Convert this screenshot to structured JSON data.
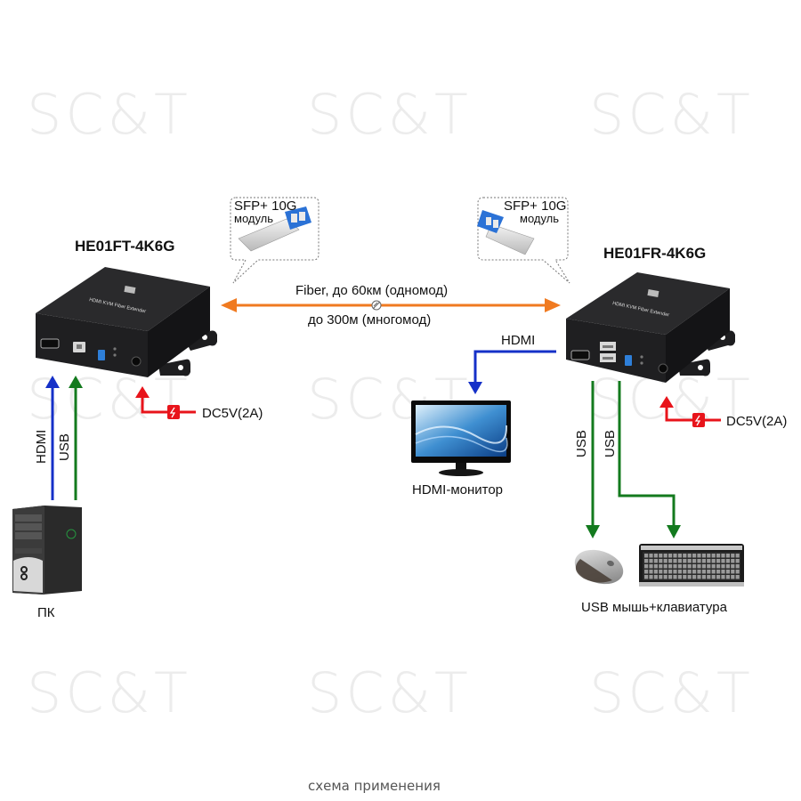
{
  "watermark": "SC&T",
  "transmitter": {
    "model": "HE01FT-4K6G",
    "device_label": "HDMI KVM Fiber Extender"
  },
  "receiver": {
    "model": "HE01FR-4K6G",
    "device_label": "HDMI KVM Fiber Extender"
  },
  "sfp_left": {
    "line1": "SFP+ 10G",
    "line2": "модуль"
  },
  "sfp_right": {
    "line1": "SFP+ 10G",
    "line2": "модуль"
  },
  "fiber": {
    "line1": "Fiber, до 60км (одномод)",
    "line2": "до 300м (многомод)"
  },
  "pc_side": {
    "hdmi_label": "HDMI",
    "usb_label": "USB",
    "pc_label": "ПК",
    "power_label": "DC5V(2A)"
  },
  "rx_side": {
    "hdmi_label": "HDMI",
    "monitor_label": "HDMI-монитор",
    "usb1_label": "USB",
    "usb2_label": "USB",
    "power_label": "DC5V(2A)",
    "peripherals_label": "USB мышь+клавиатура"
  },
  "caption": "схема применения",
  "colors": {
    "hdmi": "#1530c8",
    "usb": "#137a1e",
    "power": "#e8141b",
    "fiber": "#f07a20"
  }
}
